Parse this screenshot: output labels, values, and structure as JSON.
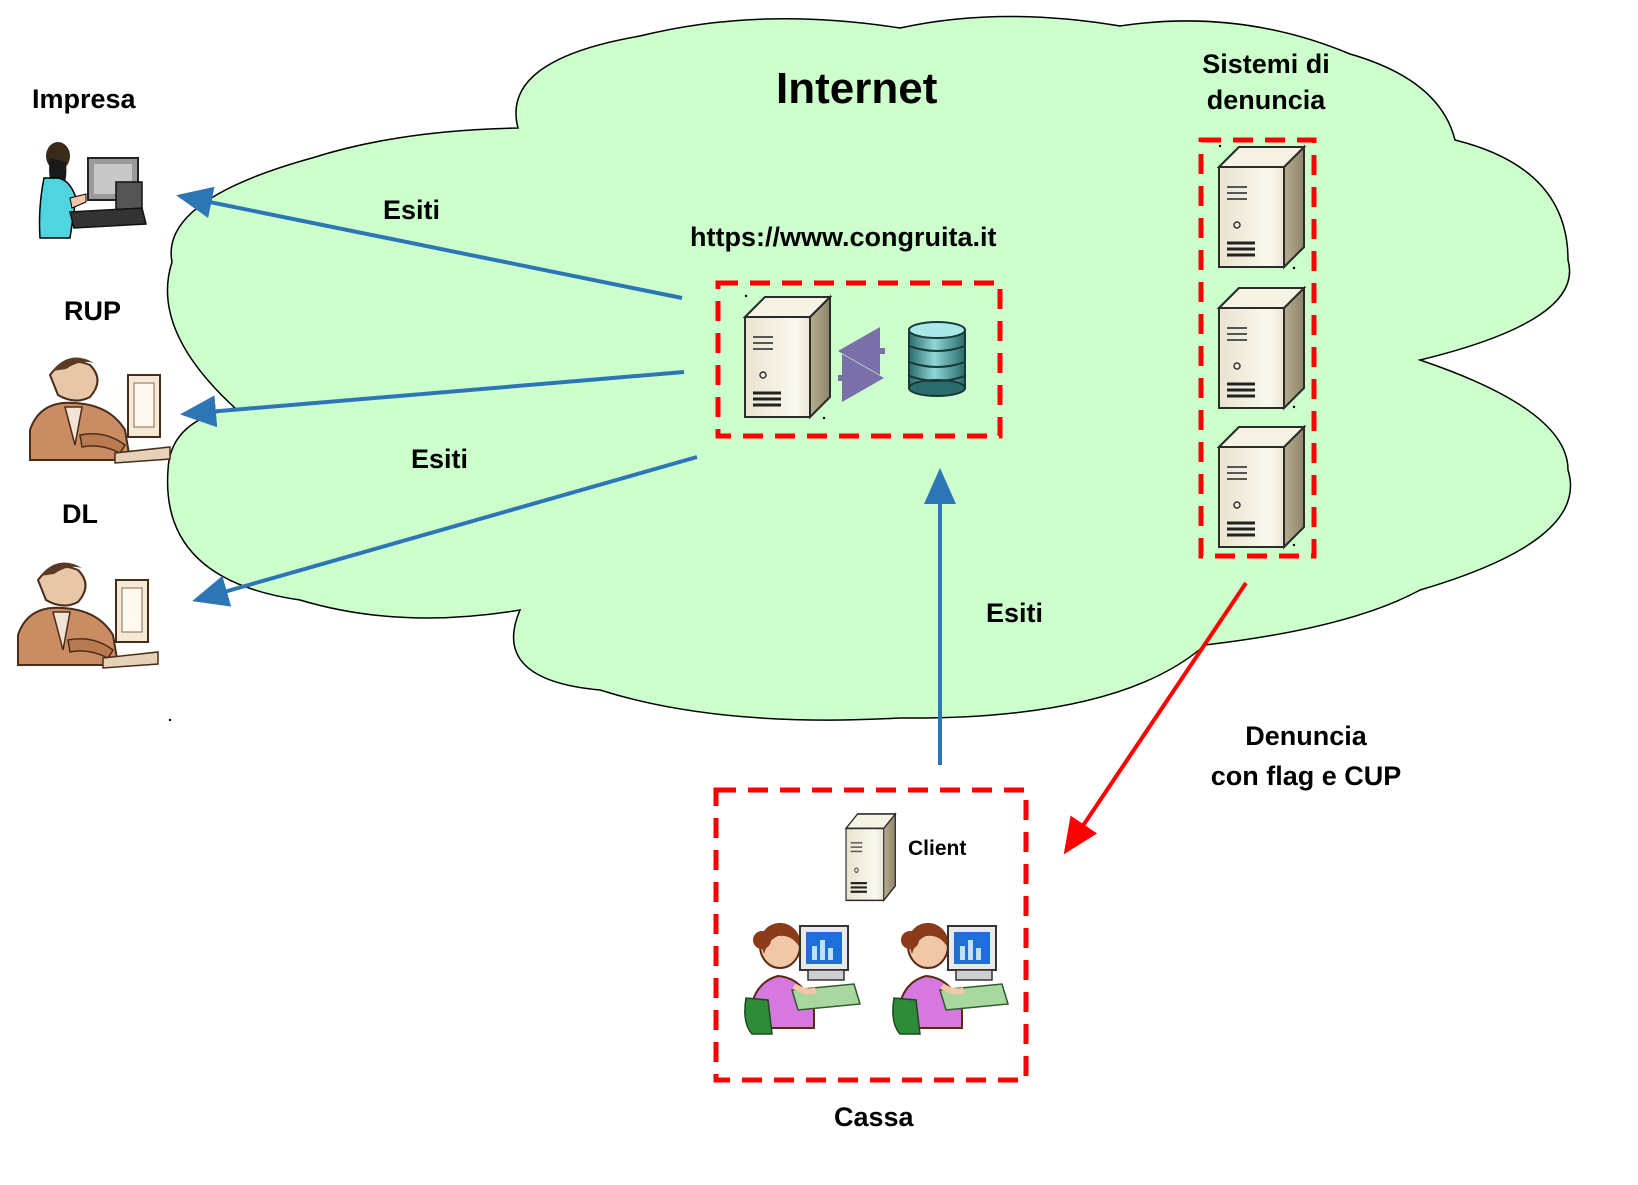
{
  "title": "Internet",
  "labels": {
    "url": "https://www.congruita.it",
    "esiti_1": "Esiti",
    "esiti_2": "Esiti",
    "esiti_3": "Esiti",
    "sistemi_line1": "Sistemi di",
    "sistemi_line2": "denuncia",
    "impresa": "Impresa",
    "rup": "RUP",
    "dl": "DL",
    "denuncia_line1": "Denuncia",
    "denuncia_line2": "con flag e CUP",
    "client": "Client",
    "cassa": "Cassa"
  },
  "colors": {
    "cloud_fill": "#ccffcc",
    "cloud_stroke": "#000000",
    "blue_arrow": "#2e75b6",
    "red_arrow": "#ff0000",
    "dashed_box": "#ff0000",
    "sync_arrows": "#7a6fa8"
  },
  "icons": {
    "server": "server-tower-icon",
    "database": "database-icon",
    "impresa": "woman-at-computer-icon",
    "rup": "businessman-at-computer-icon",
    "dl": "businessman-at-computer-icon",
    "cassa_operator": "woman-operator-icon"
  }
}
